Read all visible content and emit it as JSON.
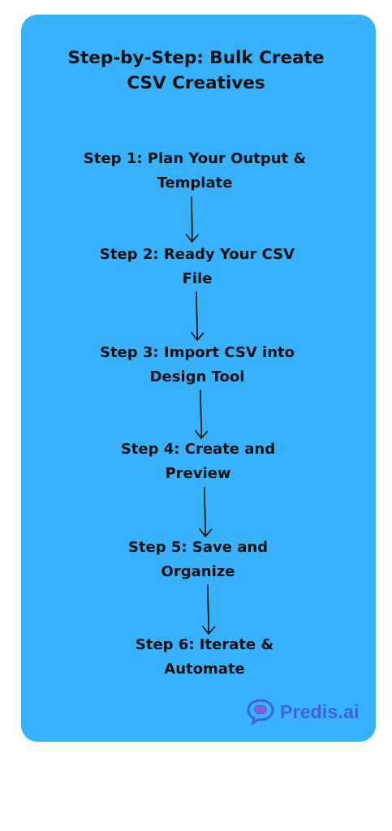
{
  "colors": {
    "card_background": "#38b1ff",
    "text": "#111111",
    "arrow": "#1a1a1a",
    "logo_blue": "#3d63d8",
    "logo_purple": "#7f5fd6"
  },
  "title_lines": [
    "Step-by-Step: Bulk Create",
    "CSV Creatives"
  ],
  "steps": [
    {
      "lines": [
        "Step 1: Plan Your Output &",
        "Template"
      ]
    },
    {
      "lines": [
        "Step 2: Ready Your CSV",
        "File"
      ]
    },
    {
      "lines": [
        "Step 3: Import CSV into",
        "Design Tool"
      ]
    },
    {
      "lines": [
        "Step 4: Create and",
        "Preview"
      ]
    },
    {
      "lines": [
        "Step 5: Save and",
        "Organize"
      ]
    },
    {
      "lines": [
        "Step 6: Iterate &",
        "Automate"
      ]
    }
  ],
  "logo": {
    "icon": "speech-bubble-brain-icon",
    "text": "Predis.ai"
  }
}
